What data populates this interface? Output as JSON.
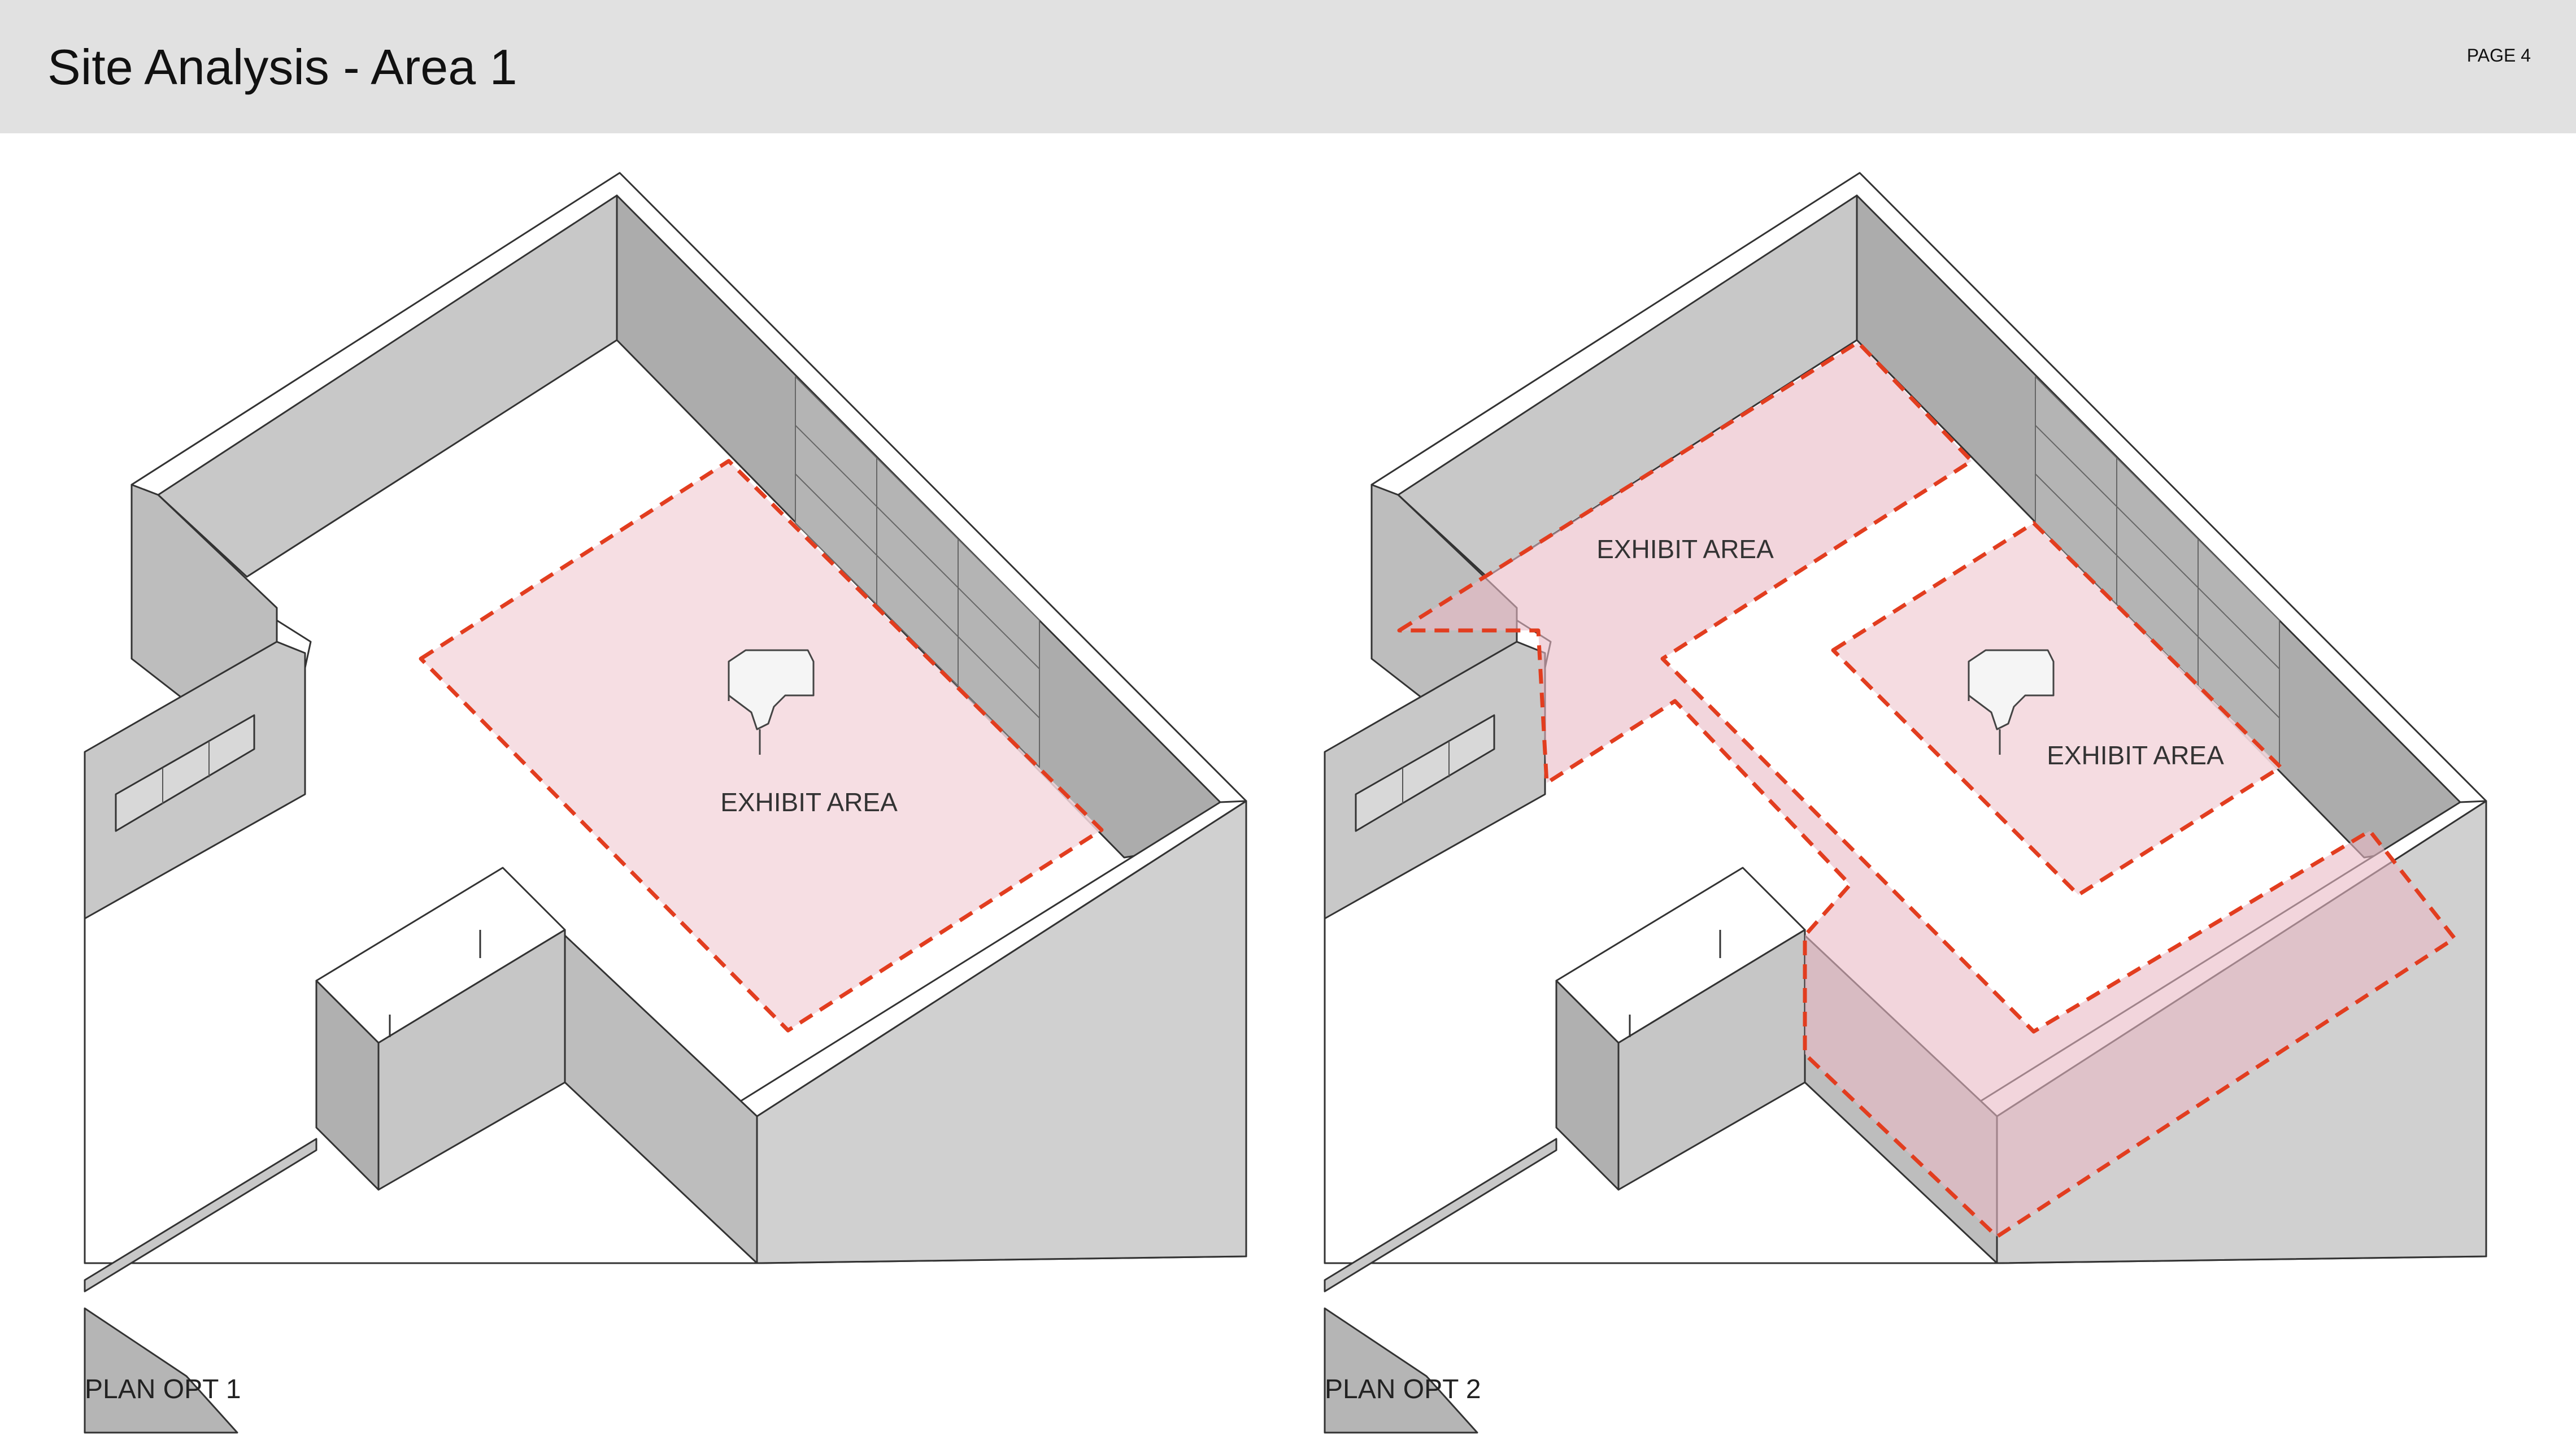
{
  "header": {
    "title": "Site Analysis - Area 1",
    "page_number": "PAGE 4"
  },
  "plans": [
    {
      "caption": "PLAN OPT 1",
      "zones": [
        {
          "label": "EXHIBIT AREA",
          "icon": "piano-icon"
        }
      ]
    },
    {
      "caption": "PLAN OPT 2",
      "zones": [
        {
          "label": "EXHIBIT AREA"
        },
        {
          "label": "EXHIBIT AREA",
          "icon": "piano-icon"
        }
      ]
    }
  ],
  "colors": {
    "header_background": "#e1e1e1",
    "wall_face_dark": "#a9a9a9",
    "wall_face_light": "#c6c6c6",
    "zone_fill": "#f4d8de",
    "zone_border": "#e23d1f"
  }
}
